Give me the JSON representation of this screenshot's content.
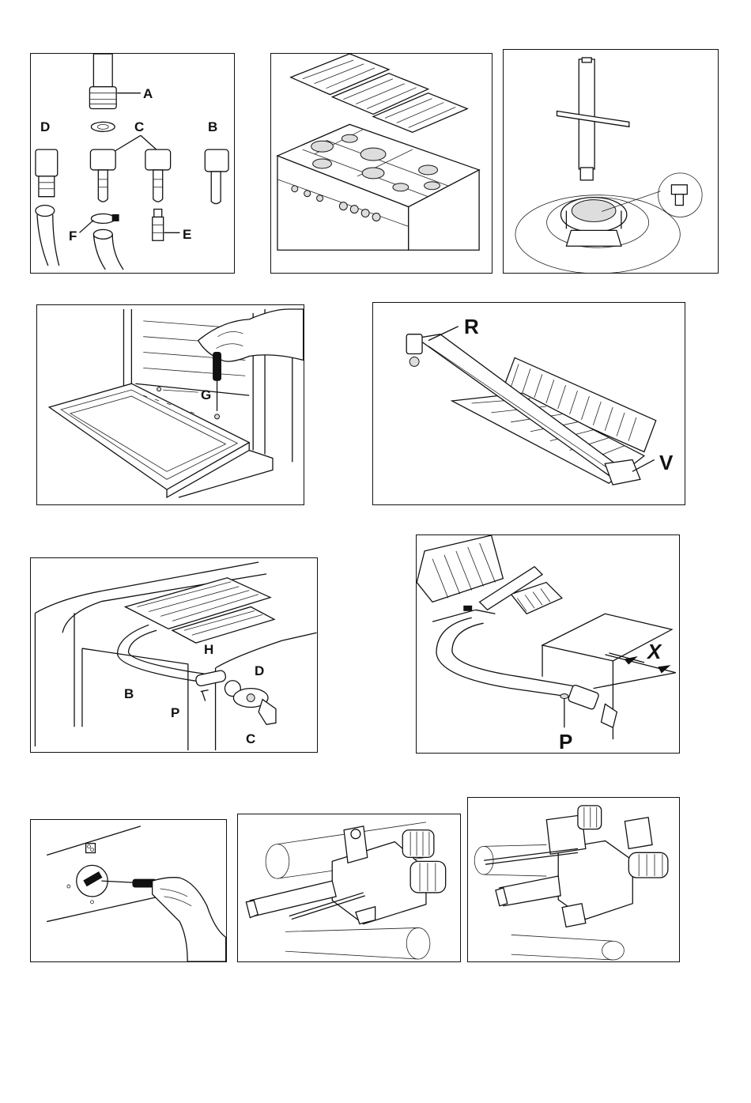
{
  "panel1": {
    "labels": {
      "a": "A",
      "b": "B",
      "c": "C",
      "d": "D",
      "e": "E",
      "f": "F"
    }
  },
  "panel4": {
    "labels": {
      "g": "G"
    }
  },
  "panel5": {
    "labels": {
      "r": "R",
      "v": "V"
    }
  },
  "panel6": {
    "labels": {
      "b": "B",
      "h": "H",
      "d": "D",
      "p": "P",
      "c": "C"
    }
  },
  "panel7": {
    "labels": {
      "x": "X",
      "p": "P"
    }
  },
  "colors": {
    "line": "#111111",
    "background": "#ffffff"
  }
}
